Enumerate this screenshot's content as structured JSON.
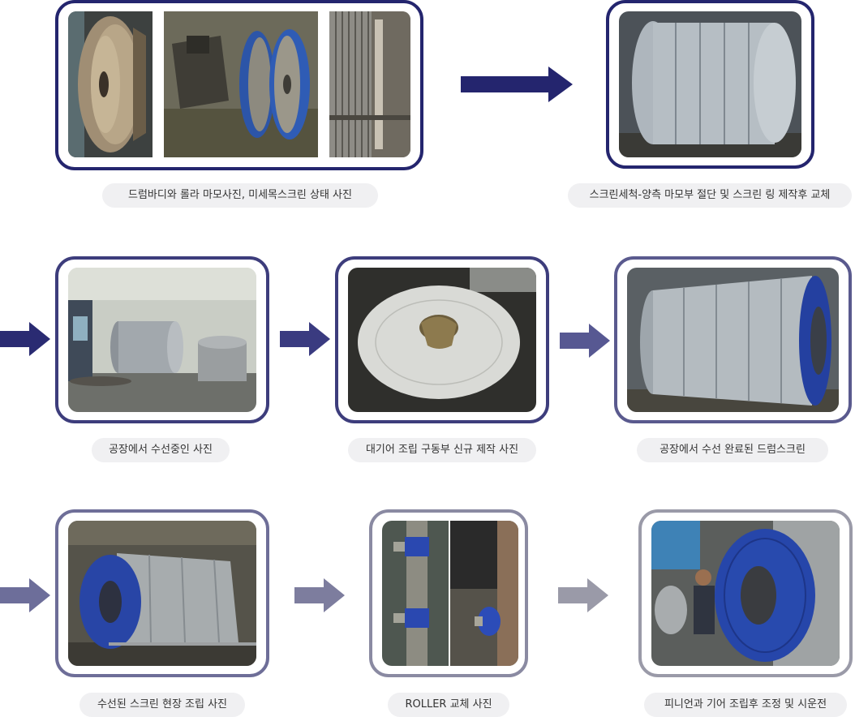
{
  "colors": {
    "frame_dark": "#24256e",
    "frame_mid": "#4a4a84",
    "frame_light": "#8a8a9e",
    "caption_bg": "#f0f0f2"
  },
  "steps": [
    {
      "icon": "drum-body-roller-wear-photo",
      "caption": "드럼바디와 롤라 마모사진, 미세목스크린 상태 사진"
    },
    {
      "icon": "screen-cleaning-ring-replacement-photo",
      "caption": "스크린세척-양측 마모부 절단 및 스크린 링 제작후 교체"
    },
    {
      "icon": "factory-repair-photo",
      "caption": "공장에서 수선중인 사진"
    },
    {
      "icon": "gear-assembly-new-photo",
      "caption": "대기어 조립 구동부 신규 제작 사진"
    },
    {
      "icon": "repaired-drum-screen-photo",
      "caption": "공장에서 수선 완료된 드럼스크린"
    },
    {
      "icon": "site-assembly-photo",
      "caption": "수선된 스크린 현장 조립 사진"
    },
    {
      "icon": "roller-replacement-photo",
      "caption": "ROLLER 교체 사진"
    },
    {
      "icon": "pinion-gear-test-run-photo",
      "caption": "피니언과 기어 조립후 조정 및 시운전"
    }
  ]
}
